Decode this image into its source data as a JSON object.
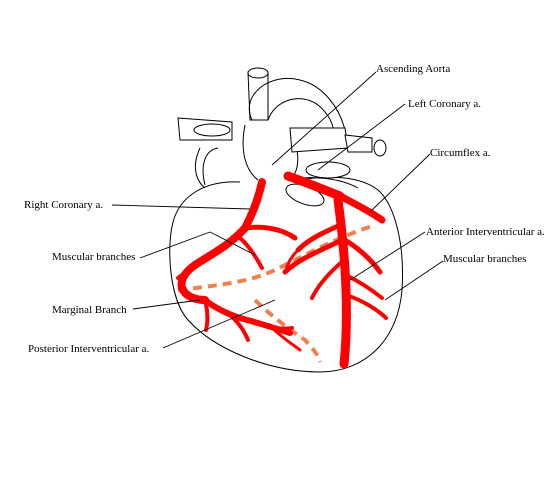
{
  "diagram": {
    "labels": {
      "ascending_aorta": "Ascending Aorta",
      "left_coronary": "Left Coronary a.",
      "circumflex": "Circumflex a.",
      "right_coronary": "Right Coronary a.",
      "anterior_interventricular": "Anterior Interventricular a.",
      "muscular_branches_left": "Muscular branches",
      "muscular_branches_right": "Muscular branches",
      "marginal_branch": "Marginal Branch",
      "posterior_interventricular": "Posterior Interventricular a."
    },
    "colors": {
      "artery": "#ff0000",
      "posterior_vessels": "#f08050",
      "outline": "#000000"
    }
  }
}
